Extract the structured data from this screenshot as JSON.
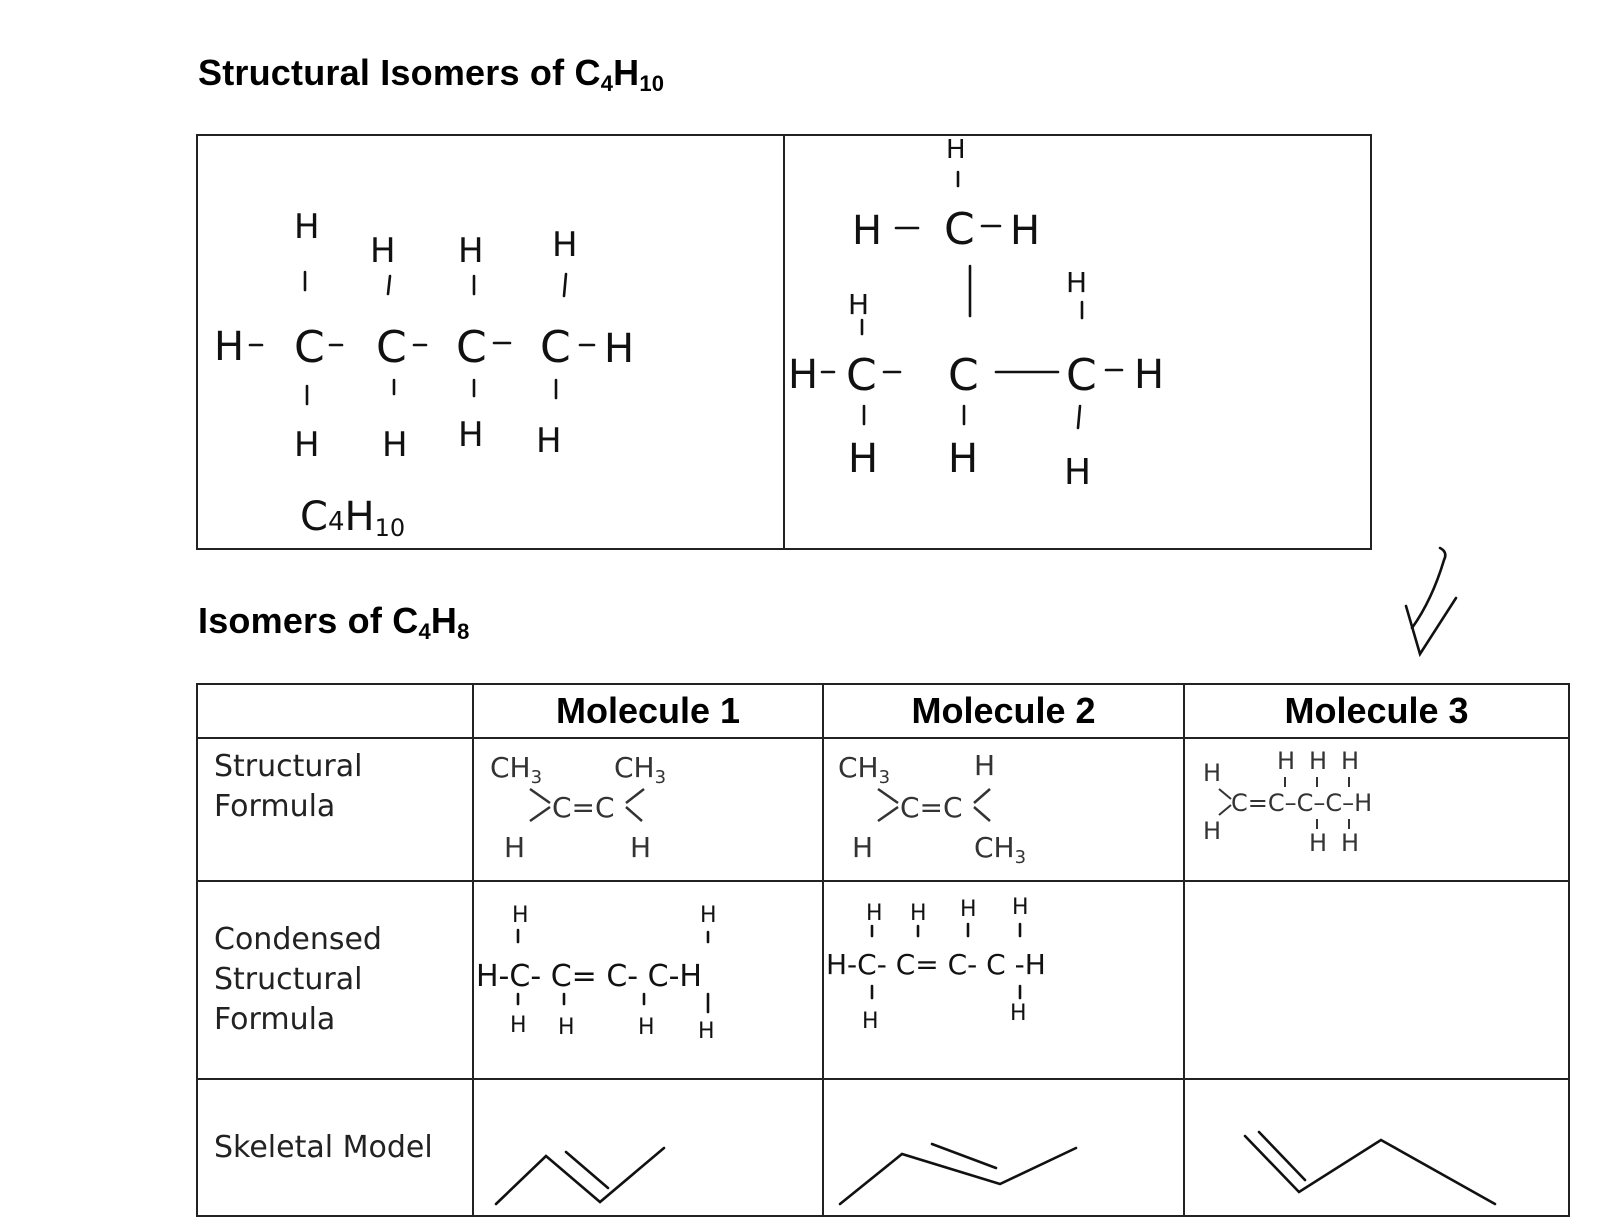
{
  "heading1": {
    "text": "Structural Isomers of C",
    "sub1": "4",
    "mid": "H",
    "sub2": "10"
  },
  "heading2": {
    "text": "Isomers of C",
    "sub1": "4",
    "mid": "H",
    "sub2": "8"
  },
  "hw_formula": {
    "main": "C",
    "sub": "4",
    "h": "H",
    "sub2": "10"
  },
  "table": {
    "headers": [
      "",
      "Molecule 1",
      "Molecule 2",
      "Molecule 3"
    ],
    "row_labels": [
      [
        "Structural",
        "Formula"
      ],
      [
        "Condensed",
        "Structural",
        "Formula"
      ],
      [
        "Skeletal Model"
      ]
    ]
  },
  "checkmark": "check-mark"
}
